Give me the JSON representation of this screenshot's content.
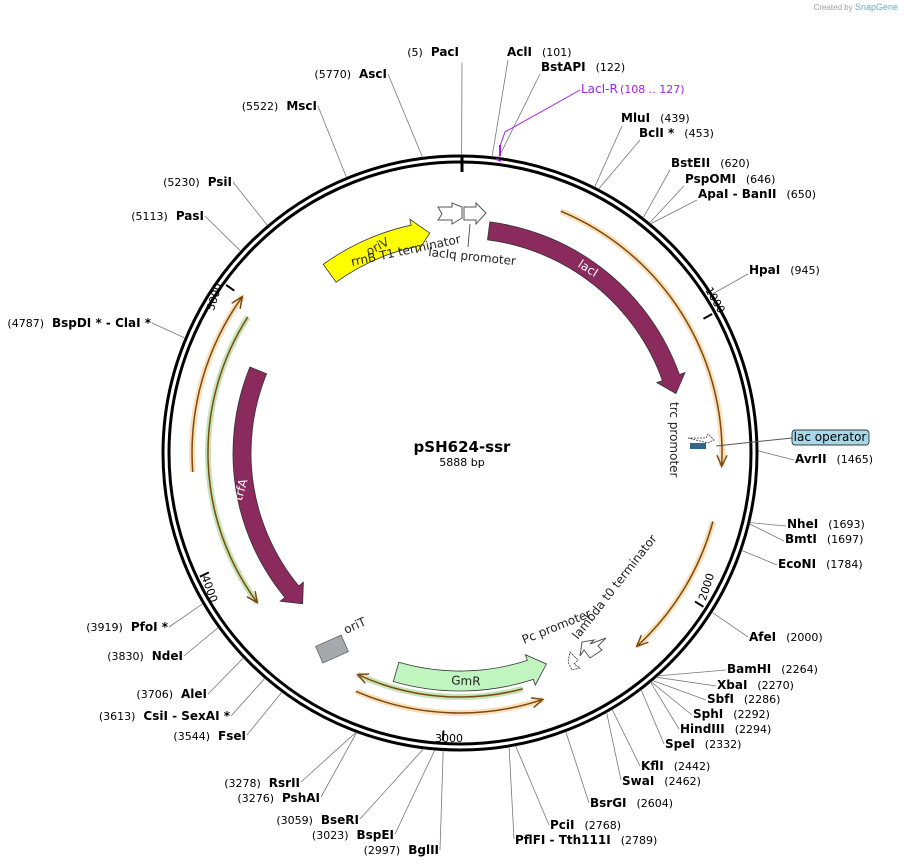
{
  "credit": {
    "prefix": "Created by",
    "brand": "SnapGene"
  },
  "plasmid": {
    "name": "pSH624-ssr",
    "length_label": "5888 bp",
    "length": 5888
  },
  "ticks": [
    {
      "pos": 1000,
      "label": "1000"
    },
    {
      "pos": 2000,
      "label": "2000"
    },
    {
      "pos": 3000,
      "label": "3000"
    },
    {
      "pos": 4000,
      "label": "4000"
    },
    {
      "pos": 5000,
      "label": "5000"
    }
  ],
  "sites": [
    {
      "name": "PacI",
      "pos_label": "(5)"
    },
    {
      "name": "AclI",
      "pos_label": "(101)"
    },
    {
      "name": "BstAPI",
      "pos_label": "(122)"
    },
    {
      "name": "MluI",
      "pos_label": "(439)"
    },
    {
      "name": "BclI *",
      "pos_label": "(453)"
    },
    {
      "name": "BstEII",
      "pos_label": "(620)"
    },
    {
      "name": "PspOMI",
      "pos_label": "(646)"
    },
    {
      "name": "ApaI  -  BanII",
      "pos_label": "(650)"
    },
    {
      "name": "HpaI",
      "pos_label": "(945)"
    },
    {
      "name": "AvrII",
      "pos_label": "(1465)"
    },
    {
      "name": "NheI",
      "pos_label": "(1693)"
    },
    {
      "name": "BmtI",
      "pos_label": "(1697)"
    },
    {
      "name": "EcoNI",
      "pos_label": "(1784)"
    },
    {
      "name": "AfeI",
      "pos_label": "(2000)"
    },
    {
      "name": "BamHI",
      "pos_label": "(2264)"
    },
    {
      "name": "XbaI",
      "pos_label": "(2270)"
    },
    {
      "name": "SbfI",
      "pos_label": "(2286)"
    },
    {
      "name": "SphI",
      "pos_label": "(2292)"
    },
    {
      "name": "HindIII",
      "pos_label": "(2294)"
    },
    {
      "name": "SpeI",
      "pos_label": "(2332)"
    },
    {
      "name": "KflI",
      "pos_label": "(2442)"
    },
    {
      "name": "SwaI",
      "pos_label": "(2462)"
    },
    {
      "name": "BsrGI",
      "pos_label": "(2604)"
    },
    {
      "name": "PciI",
      "pos_label": "(2768)"
    },
    {
      "name": "PflFI  -  Tth111I",
      "pos_label": "(2789)"
    },
    {
      "name": "BglII",
      "pos_label": "(2997)"
    },
    {
      "name": "BspEI",
      "pos_label": "(3023)"
    },
    {
      "name": "BseRI",
      "pos_label": "(3059)"
    },
    {
      "name": "PshAI",
      "pos_label": "(3276)"
    },
    {
      "name": "RsrII",
      "pos_label": "(3278)"
    },
    {
      "name": "FseI",
      "pos_label": "(3544)"
    },
    {
      "name": "CsiI  -  SexAI *",
      "pos_label": "(3613)"
    },
    {
      "name": "AleI",
      "pos_label": "(3706)"
    },
    {
      "name": "NdeI",
      "pos_label": "(3830)"
    },
    {
      "name": "PfoI *",
      "pos_label": "(3919)"
    },
    {
      "name": "BspDI *  -  ClaI *",
      "pos_label": "(4787)"
    },
    {
      "name": "PasI",
      "pos_label": "(5113)"
    },
    {
      "name": "PsiI",
      "pos_label": "(5230)"
    },
    {
      "name": "MscI",
      "pos_label": "(5522)"
    },
    {
      "name": "AscI",
      "pos_label": "(5770)"
    }
  ],
  "primer": {
    "name": "LacI-R",
    "range_label": "(108 .. 127)",
    "color": "#a020f0"
  },
  "lac_operator": {
    "label": "lac operator",
    "fill": "#a8d8e8"
  },
  "features": {
    "lacI": {
      "label": "lacI",
      "color": "#8b2a5c"
    },
    "trfA": {
      "label": "trfA",
      "color": "#8b2a5c"
    },
    "oriV": {
      "label": "oriV",
      "color": "#ffff00"
    },
    "GmR": {
      "label": "GmR",
      "color": "#c0f5c0"
    },
    "oriT": {
      "label": "oriT",
      "color": "#a6a8ad"
    },
    "rrnB": {
      "label": "rrnB T1 terminator"
    },
    "lacIq": {
      "label": "lacIq promoter"
    },
    "trc": {
      "label": "trc promoter"
    },
    "pc": {
      "label": "Pc promoter"
    },
    "lambda": {
      "label": "lambda t0 terminator"
    }
  },
  "colors": {
    "orf_orange": "#f0a030",
    "orf_green": "#5ab030"
  }
}
